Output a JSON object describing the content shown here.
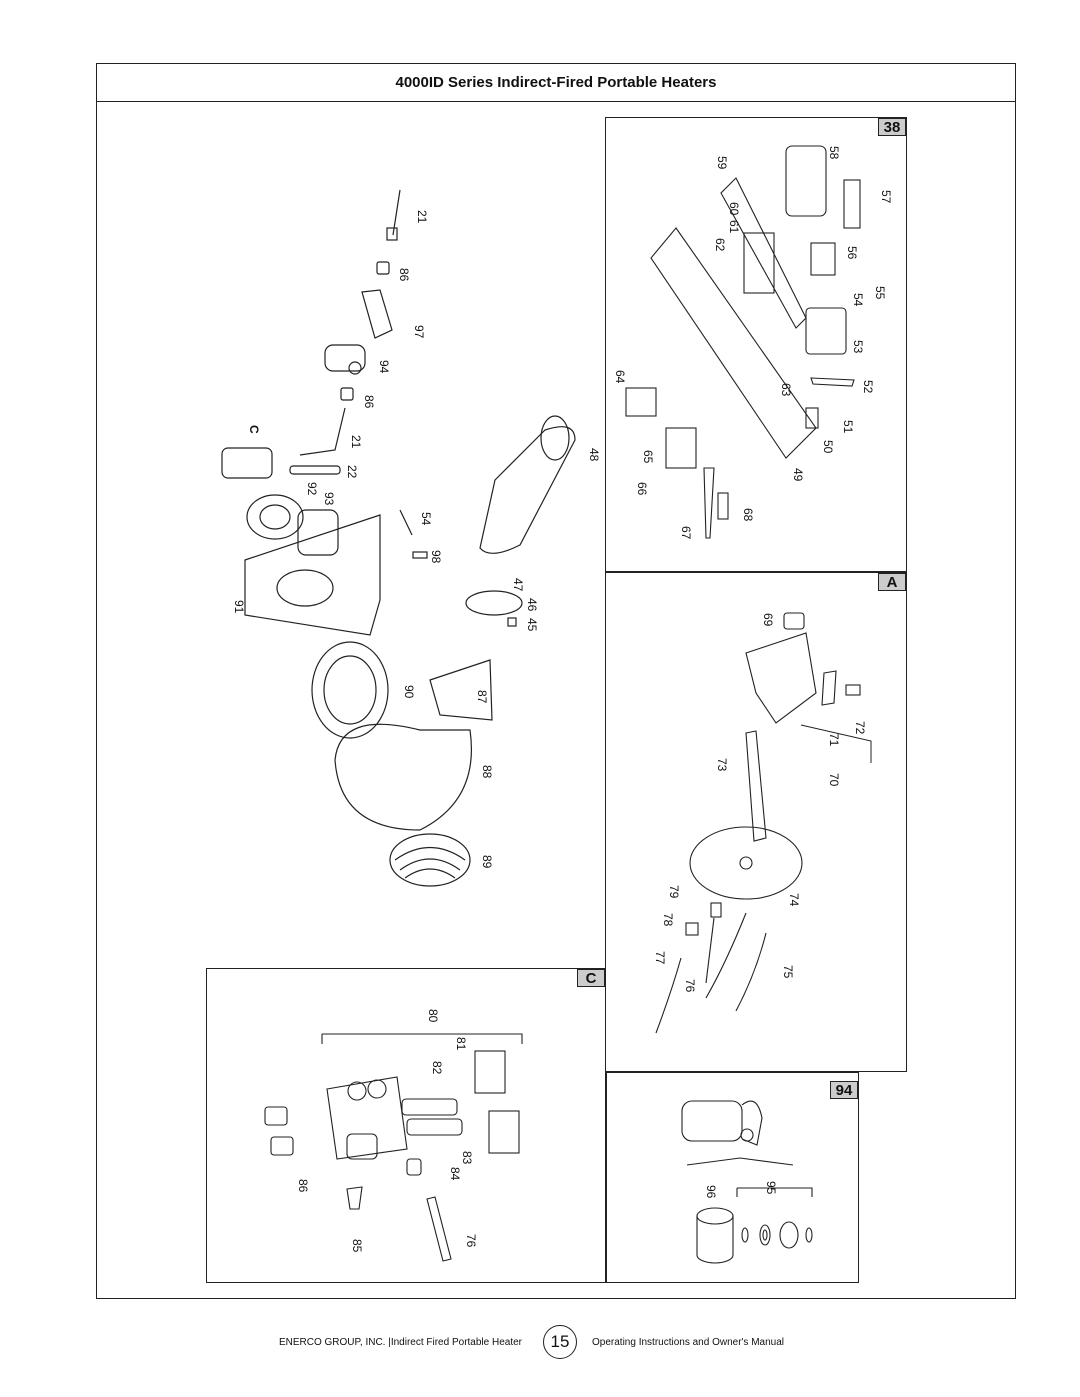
{
  "title": "4000ID Series Indirect-Fired Portable Heaters",
  "insets": {
    "inset_38": "38",
    "inset_a": "A",
    "inset_c": "C",
    "inset_94": "94",
    "callout_c": "C"
  },
  "main_callouts": [
    "21",
    "86",
    "97",
    "94",
    "86",
    "21",
    "22",
    "92",
    "93",
    "54",
    "98",
    "47",
    "46",
    "45",
    "48",
    "91",
    "90",
    "87",
    "88",
    "89"
  ],
  "inset38_callouts": [
    "59",
    "58",
    "57",
    "60",
    "61",
    "62",
    "56",
    "55",
    "54",
    "53",
    "64",
    "63",
    "52",
    "51",
    "50",
    "65",
    "66",
    "49",
    "68",
    "67"
  ],
  "insetA_callouts": [
    "69",
    "72",
    "71",
    "73",
    "70",
    "79",
    "74",
    "78",
    "77",
    "76",
    "75"
  ],
  "insetC_callouts": [
    "80",
    "81",
    "82",
    "83",
    "84",
    "86",
    "85",
    "76"
  ],
  "inset94_callouts": [
    "95",
    "96"
  ],
  "footer": {
    "company": "ENERCO GROUP, INC.  |Indirect Fired Portable Heater",
    "page_number": "15",
    "manual": "Operating Instructions and Owner's Manual"
  }
}
